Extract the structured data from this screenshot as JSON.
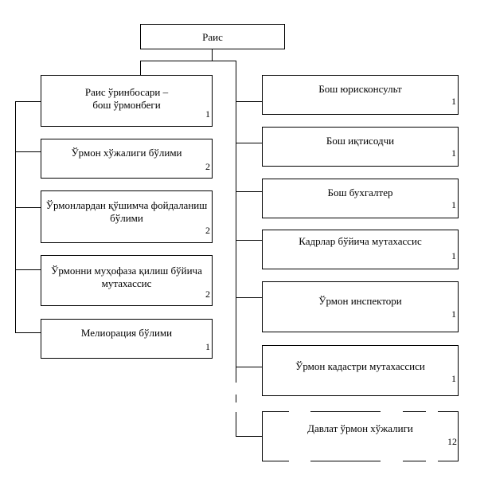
{
  "diagram": {
    "head": {
      "label": "Раис"
    },
    "left": [
      {
        "label": "Раис ўринбосари –\nбош ўрмонбеги",
        "count": "1"
      },
      {
        "label": "Ўрмон хўжалиги бўлими",
        "count": "2"
      },
      {
        "label": "Ўрмонлардан қўшимча фойдаланиш бўлими",
        "count": "2"
      },
      {
        "label": "Ўрмонни муҳофаза қилиш бўйича мутахассис",
        "count": "2"
      },
      {
        "label": "Мелиорация бўлими",
        "count": "1"
      }
    ],
    "right": [
      {
        "label": "Бош юрисконсульт",
        "count": "1"
      },
      {
        "label": "Бош иқтисодчи",
        "count": "1"
      },
      {
        "label": "Бош бухгалтер",
        "count": "1"
      },
      {
        "label": "Кадрлар бўйича мутахассис",
        "count": "1"
      },
      {
        "label": "Ўрмон инспектори",
        "count": "1"
      },
      {
        "label": "Ўрмон кадастри мутахассиси",
        "count": "1"
      },
      {
        "label": "Давлат ўрмон хўжалиги",
        "count": "12"
      }
    ]
  }
}
